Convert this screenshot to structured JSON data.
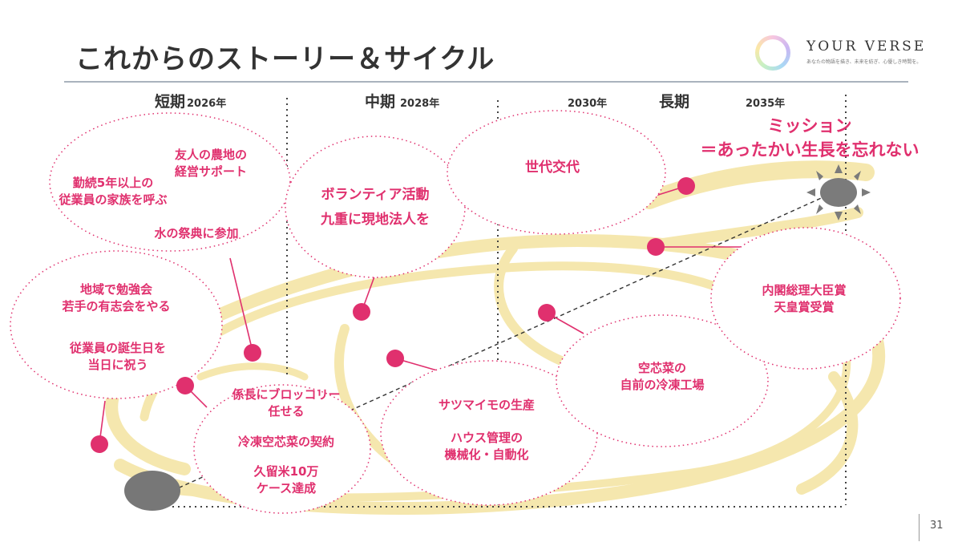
{
  "page": {
    "title": "これからのストーリー＆サイクル",
    "page_number": "31"
  },
  "logo": {
    "name": "YOUR VERSE",
    "tagline": "あなたの物語を描き、未来を紡ぎ、心優しき時間を。"
  },
  "timeline": {
    "short": {
      "label": "短期",
      "year": "2026年"
    },
    "mid": {
      "label": "中期",
      "year": "2028年"
    },
    "year_2030": "2030年",
    "long": {
      "label": "長期"
    },
    "year_2035": "2035年"
  },
  "mission": {
    "line1": "ミッション",
    "line2": "＝あったかい生長を忘れない"
  },
  "bubbles": {
    "b1": {
      "line1": "友人の農地の",
      "line2": "経営サポート",
      "line3": "勤続5年以上の",
      "line4": "従業員の家族を呼ぶ",
      "line5": "水の祭典に参加"
    },
    "b2": {
      "line1": "地域で勉強会",
      "line2": "若手の有志会をやる",
      "line3": "従業員の誕生日を",
      "line4": "当日に祝う"
    },
    "b3": {
      "line1": "係長にブロッコリー",
      "line2": "任せる",
      "line3": "冷凍空芯菜の契約",
      "line4": "久留米10万",
      "line5": "ケース達成"
    },
    "b4": {
      "line1": "ボランティア活動",
      "line2": "九重に現地法人を"
    },
    "b5": {
      "line1": "サツマイモの生産",
      "line2": "ハウス管理の",
      "line3": "機械化・自動化"
    },
    "b6": {
      "line1": "世代交代"
    },
    "b7": {
      "line1": "空芯菜の",
      "line2": "自前の冷凍工場"
    },
    "b8": {
      "line1": "内閣総理大臣賞",
      "line2": "天皇賞受賞"
    }
  },
  "colors": {
    "accent": "#e0306e",
    "swirl": "#f3e29a",
    "start_marker": "#777777",
    "sun": "#7b7b7b",
    "divider": "#444444"
  }
}
